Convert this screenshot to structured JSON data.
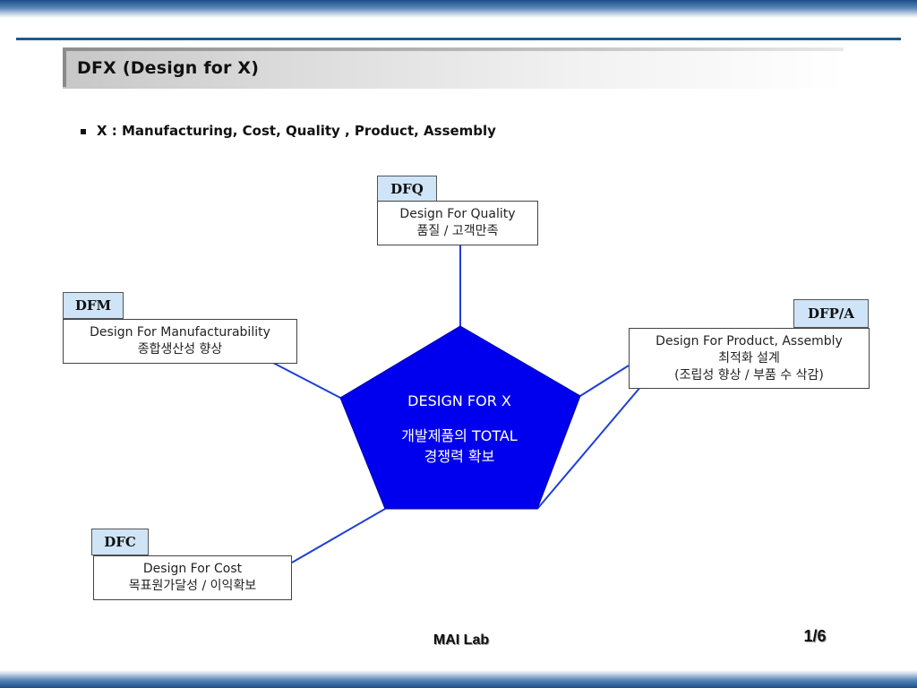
{
  "slide": {
    "title": "DFX (Design for X)",
    "bullet": "X : Manufacturing, Cost, Quality , Product, Assembly",
    "footer": "MAI Lab",
    "page_number": "1/6"
  },
  "center": {
    "line1": "DESIGN FOR X",
    "line2": "개발제품의 TOTAL",
    "line3": "경쟁력 확보"
  },
  "nodes": {
    "dfq": {
      "tag": "DFQ",
      "line1": "Design For Quality",
      "line2": "품질 / 고객만족"
    },
    "dfm": {
      "tag": "DFM",
      "line1": "Design For Manufacturability",
      "line2": "종합생산성 향상"
    },
    "dfpa": {
      "tag": "DFP/A",
      "line1": "Design For Product, Assembly",
      "line2": "최적화 설계",
      "line3": "(조립성 향상 / 부품 수 삭감)"
    },
    "dfc": {
      "tag": "DFC",
      "line1": "Design For Cost",
      "line2": "목표원가달성 /  이익확보"
    }
  },
  "colors": {
    "pentagon_fill": "#0000ee",
    "connector": "#1f3fd6",
    "tag_fill": "#cfe4f7",
    "rule": "#1f5a8f"
  }
}
